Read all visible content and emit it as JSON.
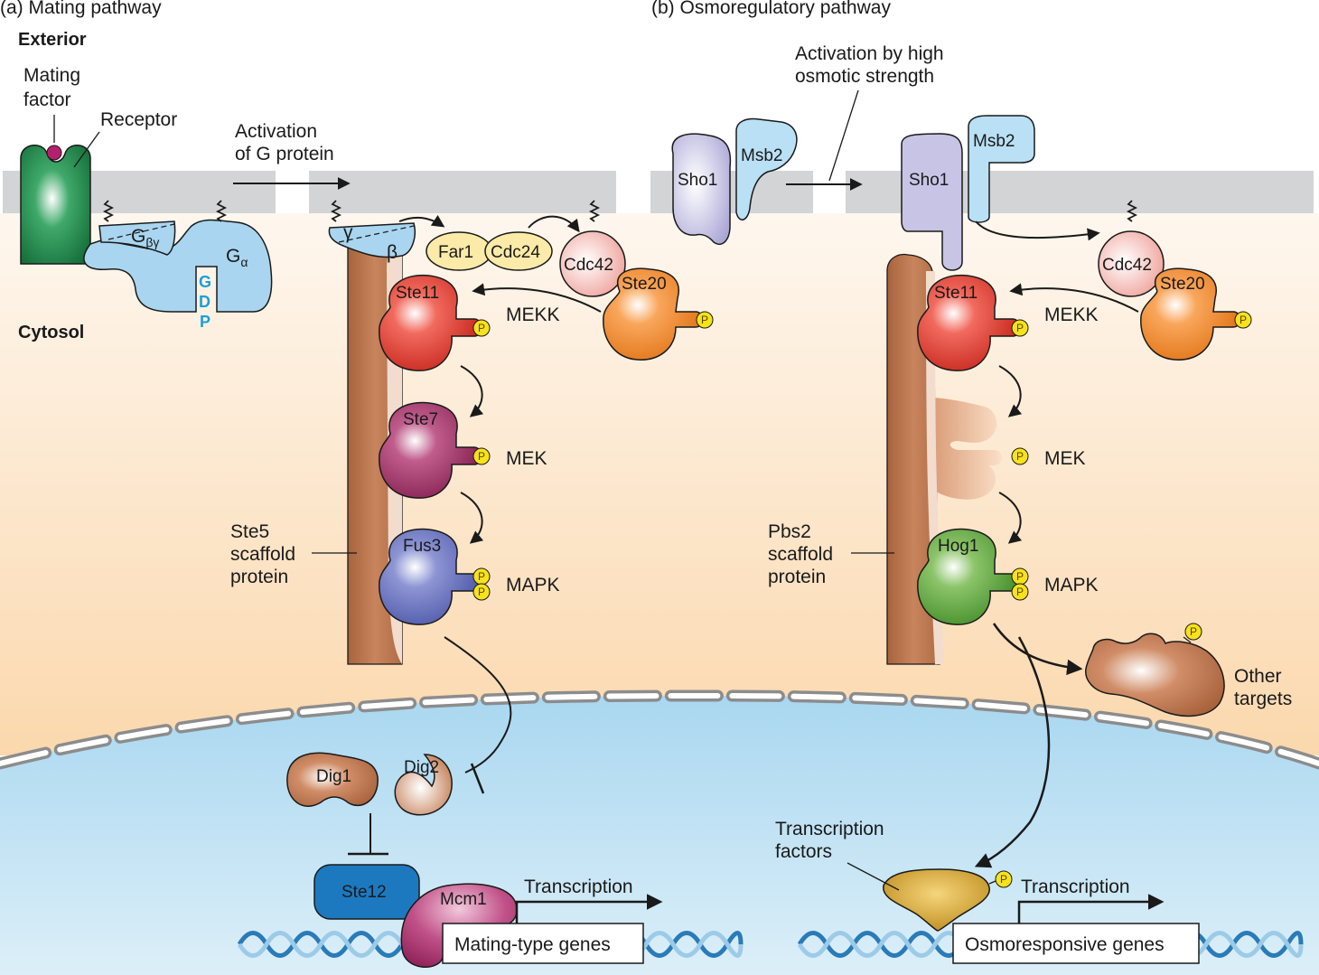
{
  "panels": {
    "a_title": "(a) Mating pathway",
    "b_title": "(b) Osmoregulatory pathway"
  },
  "regions": {
    "exterior": "Exterior",
    "cytosol": "Cytosol"
  },
  "panel_a": {
    "mating_factor_line1": "Mating",
    "mating_factor_line2": "factor",
    "receptor": "Receptor",
    "g_beta_gamma": "G",
    "g_beta_gamma_sub": "βγ",
    "g_alpha": "G",
    "g_alpha_sub": "α",
    "gdp": [
      "G",
      "D",
      "P"
    ],
    "activation_line1": "Activation",
    "activation_line2": "of G protein",
    "gamma": "γ",
    "beta": "β",
    "far1": "Far1",
    "cdc24": "Cdc24",
    "cdc42": "Cdc42",
    "ste20": "Ste20",
    "ste11": "Ste11",
    "ste7": "Ste7",
    "fus3": "Fus3",
    "mekk": "MEKK",
    "mek": "MEK",
    "mapk": "MAPK",
    "scaffold_line1": "Ste5",
    "scaffold_line2": "scaffold",
    "scaffold_line3": "protein",
    "dig1": "Dig1",
    "dig2": "Dig2",
    "ste12": "Ste12",
    "mcm1": "Mcm1",
    "transcription": "Transcription",
    "genes": "Mating-type genes"
  },
  "panel_b": {
    "activation_line1": "Activation by high",
    "activation_line2": "osmotic strength",
    "sho1_before": "Sho1",
    "msb2_before": "Msb2",
    "sho1_after": "Sho1",
    "msb2_after": "Msb2",
    "cdc42": "Cdc42",
    "ste20": "Ste20",
    "ste11": "Ste11",
    "hog1": "Hog1",
    "mekk": "MEKK",
    "mek": "MEK",
    "mapk": "MAPK",
    "scaffold_line1": "Pbs2",
    "scaffold_line2": "scaffold",
    "scaffold_line3": "protein",
    "other_targets_line1": "Other",
    "other_targets_line2": "targets",
    "tf_line1": "Transcription",
    "tf_line2": "factors",
    "transcription": "Transcription",
    "genes": "Osmoresponsive genes"
  },
  "phospho": "P",
  "colors": {
    "membrane": "#d2d3d5",
    "cytosol_top": "#fdf4ea",
    "cytosol_bottom": "#fbdcb6",
    "nucleus": "#bfe0f2",
    "ste11": "#e83b30",
    "ste7": "#a8326b",
    "fus3": "#6f7ac4",
    "hog1": "#6fb04c",
    "ste20": "#f7913a",
    "cdc42": "#f4b6ae",
    "scaffold": "#b8734c",
    "g_protein": "#a8d4ef",
    "receptor": "#1e8a4b",
    "phospho": "#f7e21b",
    "ste12": "#1c79c0",
    "mcm1": "#a82d6a"
  }
}
